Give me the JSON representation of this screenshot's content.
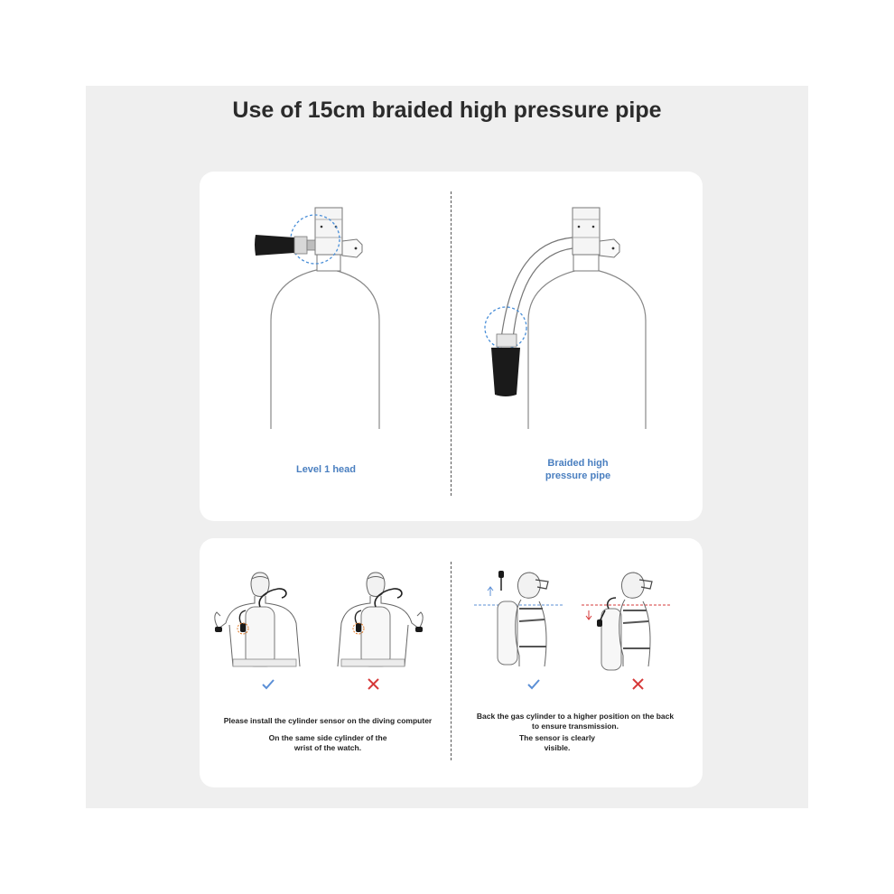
{
  "title": "Use of 15cm braided high pressure pipe",
  "top_panel": {
    "left_label": "Level 1 head",
    "right_label_line1": "Braided high",
    "right_label_line2": "pressure pipe"
  },
  "bottom_panel": {
    "left_caption_1": "Please install the cylinder sensor on the diving computer",
    "left_caption_2_line1": "On the same side cylinder of the",
    "left_caption_2_line2": "wrist of the watch.",
    "right_caption_1_line1": "Back the gas cylinder to a higher position on the back",
    "right_caption_1_line2": "to ensure transmission.",
    "right_caption_2_line1": "The sensor is clearly",
    "right_caption_2_line2": "visible."
  },
  "colors": {
    "correct_mark": "#5b8fd6",
    "wrong_mark": "#d63a3a",
    "accent_blue": "#4a7fc0",
    "background_panel": "#efefef"
  },
  "icons": {
    "correct": "check-icon",
    "wrong": "cross-icon"
  }
}
